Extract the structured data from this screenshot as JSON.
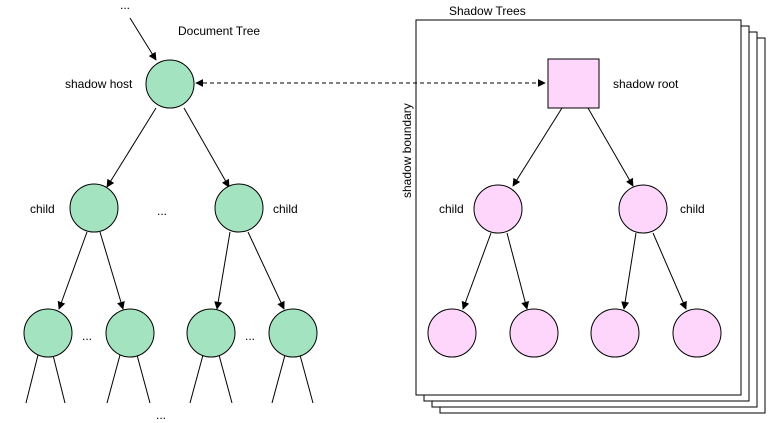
{
  "labels": {
    "top_ellipsis": "...",
    "document_tree": "Document Tree",
    "shadow_trees": "Shadow Trees",
    "shadow_host": "shadow host",
    "shadow_root": "shadow root",
    "shadow_boundary": "shadow boundary",
    "doc_child_left": "child",
    "doc_child_right": "child",
    "shadow_child_left": "child",
    "shadow_child_right": "child",
    "ellipsis_mid": "...",
    "ellipsis_leaves_left": "...",
    "ellipsis_leaves_right": "...",
    "ellipsis_bottom": "..."
  },
  "colors": {
    "document_node": "#a4e3c0",
    "shadow_node": "#ffd6fb"
  }
}
